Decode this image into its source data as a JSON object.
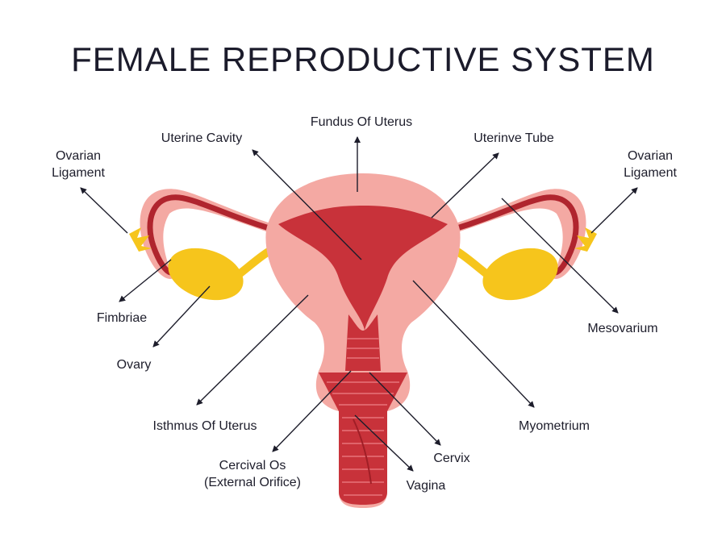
{
  "title": "FEMALE REPRODUCTIVE SYSTEM",
  "labels": {
    "ovarian_ligament_left": [
      "Ovarian",
      "Ligament"
    ],
    "uterine_cavity": "Uterine Cavity",
    "fundus": "Fundus Of Uterus",
    "uterine_tube": "Uterinve Tube",
    "ovarian_ligament_right": [
      "Ovarian",
      "Ligament"
    ],
    "fimbriae": "Fimbriae",
    "ovary": "Ovary",
    "mesovarium": "Mesovarium",
    "isthmus": "Isthmus Of Uterus",
    "myometrium": "Myometrium",
    "cervical_os": [
      "Cercival Os",
      "(External Orifice)"
    ],
    "cervix": "Cervix",
    "vagina": "Vagina"
  },
  "colors": {
    "outer_tissue": "#f4a9a3",
    "inner_tissue": "#c8323a",
    "dark_red": "#b0252e",
    "ovary": "#f6c51c",
    "background": "#ffffff",
    "text": "#1d1d2b"
  }
}
